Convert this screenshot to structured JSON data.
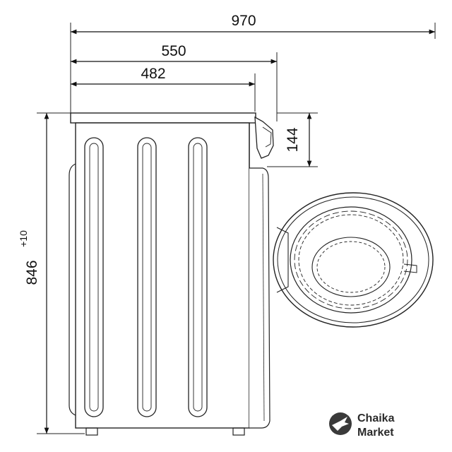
{
  "dimensions": {
    "total_depth": "970",
    "body_depth": "550",
    "cabinet_depth": "482",
    "height": "846",
    "height_tolerance": "+10",
    "panel_height": "144"
  },
  "brand": {
    "line1": "Chaika",
    "line2": "Market",
    "icon": "bird-in-circle-icon"
  }
}
